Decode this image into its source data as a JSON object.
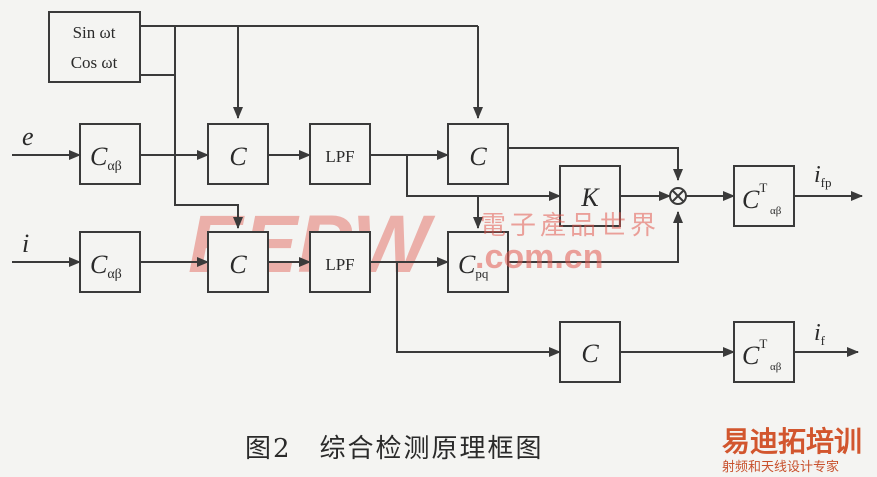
{
  "diagram": {
    "osc": {
      "line1": "Sin ωt",
      "line2": "Cos ωt"
    },
    "inputs": {
      "e": "e",
      "i": "i"
    },
    "blocks": {
      "c_alpha_beta": "C",
      "c_alpha_beta_sub": "αβ",
      "c": "C",
      "lpf": "LPF",
      "c_pq": "C",
      "c_pq_sub": "pq",
      "k": "K",
      "c_alpha_beta_t": "C",
      "c_alpha_beta_t_sup": "T",
      "c_alpha_beta_t_sub": "αβ"
    },
    "multiplier_symbol": "⊗",
    "outputs": {
      "i_fp": "i",
      "i_fp_sub": "fp",
      "i_f": "i",
      "i_f_sub": "f"
    }
  },
  "caption": "图2　综合检测原理框图",
  "watermark": {
    "logo": "EEPW",
    "text": "電子產品世界",
    "domain": ".com.cn"
  },
  "brand": {
    "name": "易迪拓培训",
    "tagline": "射频和天线设计专家"
  }
}
